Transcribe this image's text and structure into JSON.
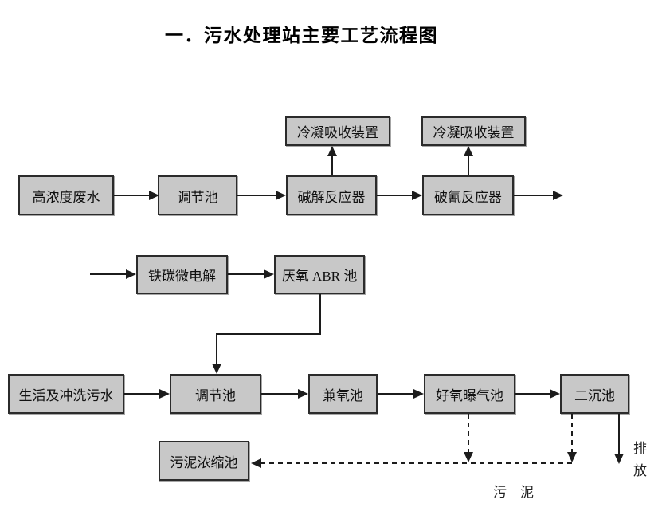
{
  "title": "一．污水处理站主要工艺流程图",
  "diagram": {
    "nodes": {
      "cond1": {
        "label": "冷凝吸收装置"
      },
      "cond2": {
        "label": "冷凝吸收装置"
      },
      "high_waste": {
        "label": "高浓度废水"
      },
      "regulate_top": {
        "label": "调节池"
      },
      "alkaline_reactor": {
        "label": "碱解反应器"
      },
      "cyanide_reactor": {
        "label": "破氰反应器"
      },
      "iron_carbon": {
        "label": "铁碳微电解"
      },
      "abr": {
        "label": "厌氧 ABR 池"
      },
      "domestic_sewage": {
        "label": "生活及冲洗污水"
      },
      "regulate_bottom": {
        "label": "调节池"
      },
      "facultative": {
        "label": "兼氧池"
      },
      "aerobic": {
        "label": "好氧曝气池"
      },
      "secondary_sedimentation": {
        "label": "二沉池"
      },
      "sludge_thickener": {
        "label": "污泥浓缩池"
      }
    },
    "labels": {
      "discharge": "排放",
      "sludge": "污　泥"
    },
    "colors": {
      "box_fill": "#c8c8c8",
      "box_border": "#2b2b2b",
      "line": "#1c1c1c",
      "bg": "#ffffff"
    }
  }
}
